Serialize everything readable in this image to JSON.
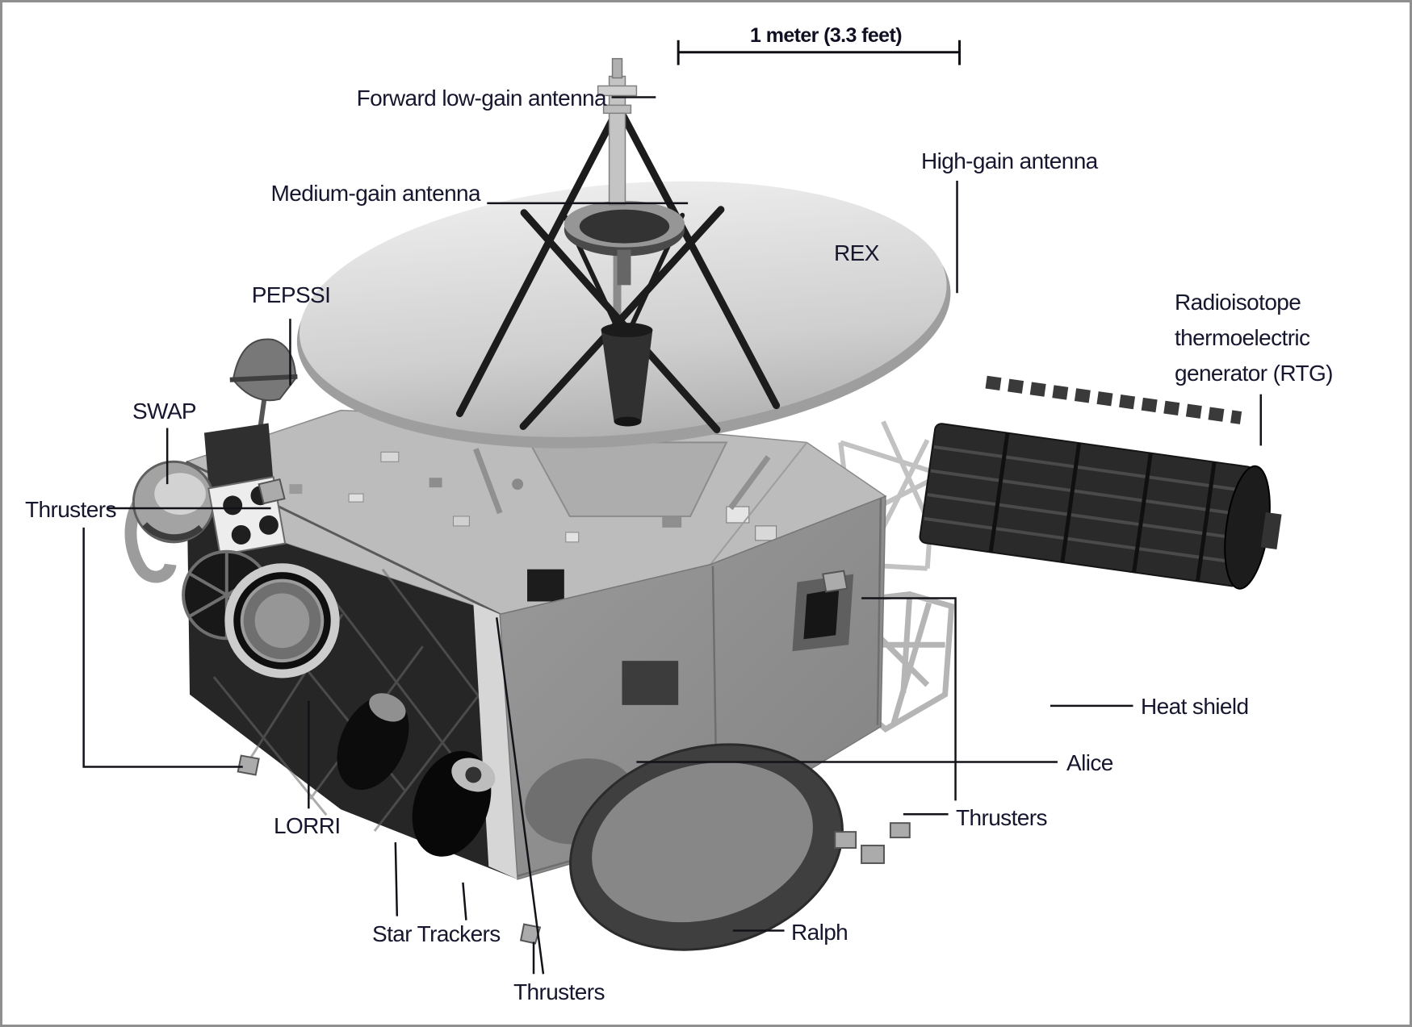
{
  "diagram": {
    "subject": "New Horizons spacecraft instrument diagram",
    "scale_bar": {
      "label": "1 meter (3.3 feet)"
    },
    "labels": [
      {
        "id": "forward-low-gain-antenna",
        "text": "Forward low-gain antenna"
      },
      {
        "id": "medium-gain-antenna",
        "text": "Medium-gain antenna"
      },
      {
        "id": "high-gain-antenna",
        "text": "High-gain antenna"
      },
      {
        "id": "rex",
        "text": "REX"
      },
      {
        "id": "pepssi",
        "text": "PEPSSI"
      },
      {
        "id": "swap",
        "text": "SWAP"
      },
      {
        "id": "thrusters-left",
        "text": "Thrusters"
      },
      {
        "id": "rtg",
        "text": "Radioisotope\nthermoelectric\ngenerator (RTG)"
      },
      {
        "id": "heat-shield",
        "text": "Heat shield"
      },
      {
        "id": "alice",
        "text": "Alice"
      },
      {
        "id": "thrusters-right",
        "text": "Thrusters"
      },
      {
        "id": "lorri",
        "text": "LORRI"
      },
      {
        "id": "star-trackers",
        "text": "Star Trackers"
      },
      {
        "id": "thrusters-bottom",
        "text": "Thrusters"
      },
      {
        "id": "ralph",
        "text": "Ralph"
      }
    ],
    "colors": {
      "label_text": "#16162e",
      "leader_line": "#121218",
      "background": "#ffffff",
      "frame_border": "#8f8f8f"
    }
  }
}
